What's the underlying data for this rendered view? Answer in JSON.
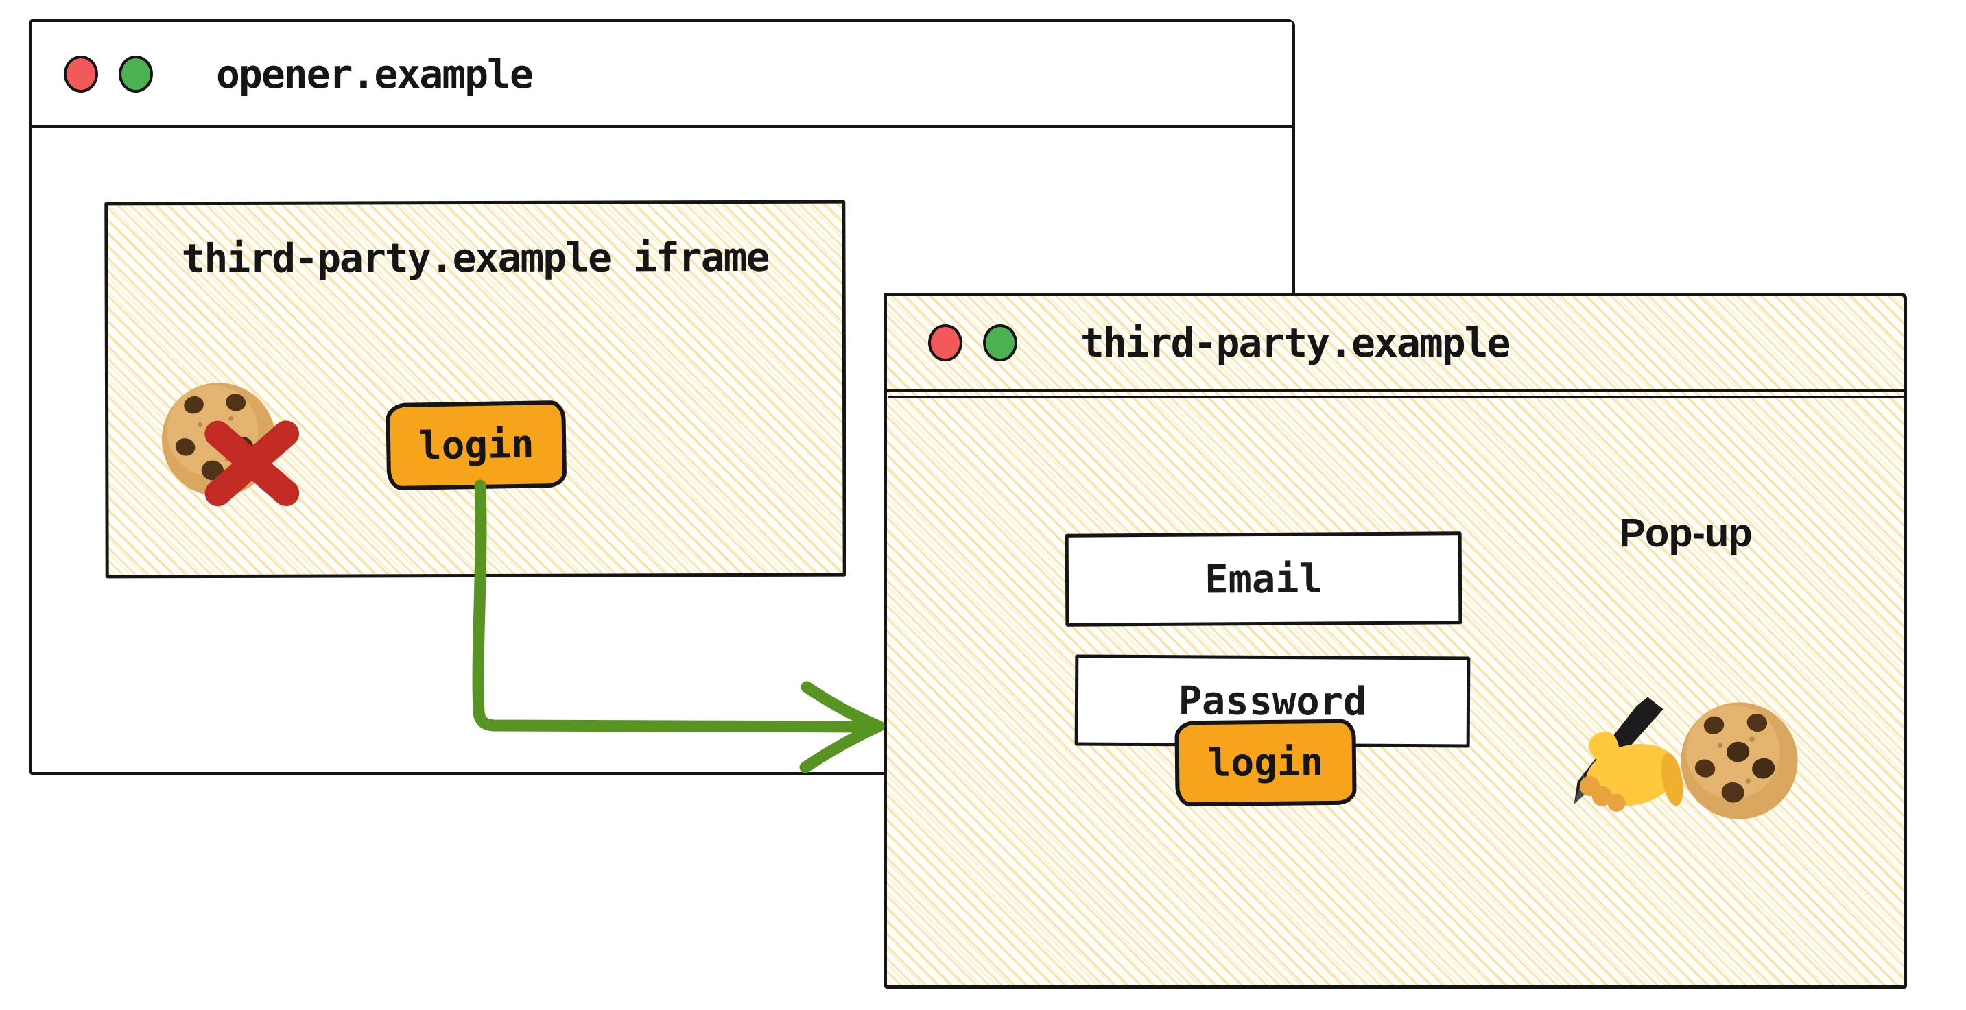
{
  "opener_window": {
    "title": "opener.example"
  },
  "iframe_box": {
    "label": "third-party.example iframe",
    "login_button_label": "login",
    "blocked_cookie_icon": "cookie-with-red-cross"
  },
  "popup_window": {
    "title": "third-party.example",
    "annotation": "Pop-up",
    "email_placeholder": "Email",
    "password_placeholder": "Password",
    "login_button_label": "login",
    "icons": [
      "writing-hand",
      "cookie"
    ]
  },
  "colors": {
    "button_orange": "#F6A41C",
    "arrow_green": "#579421",
    "cross_red": "#C12B23",
    "dot_red": "#F1595A",
    "dot_green": "#4DB152",
    "hatch_yellow": "#F2CB67",
    "outline_black": "#151515"
  }
}
